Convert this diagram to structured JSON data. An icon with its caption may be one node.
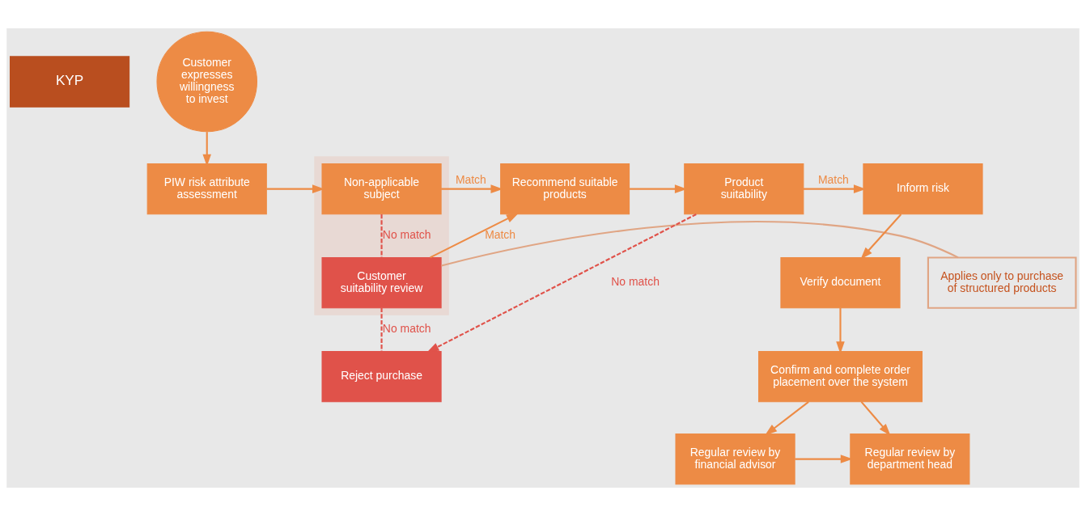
{
  "diagram": {
    "nodes": [
      {
        "text": [
          "KYP"
        ]
      },
      {
        "text": [
          "Customer expresses willingness to invest"
        ]
      },
      {
        "text": [
          "PIW risk attribute assessment"
        ]
      },
      {
        "text": [],
        "shape": "box"
      },
      {
        "text": [
          "Non-applicable subject"
        ],
        "in": 3
      },
      {
        "text": [
          "Customer suitability review"
        ],
        "in": 3
      },
      {
        "text": [
          "Applies only to purchase of structured products"
        ]
      },
      {
        "text": [
          "Recommend suitable products"
        ]
      },
      {
        "text": [
          "Product suitability"
        ]
      },
      {
        "text": [
          "Inform risk"
        ]
      },
      {
        "text": [
          "Verify document"
        ]
      },
      {
        "text": [
          "Confirm and complete order placement over the system"
        ]
      },
      {
        "text": [
          "Reject purchase"
        ]
      },
      {
        "text": [
          "Regular review by financial advisor"
        ]
      },
      {
        "text": [
          "Regular review by department head"
        ]
      }
    ],
    "edges": [
      {
        "from": 1,
        "to": 2,
        "arrow": "to"
      },
      {
        "from": 2,
        "to": 4,
        "arrow": "to"
      },
      {
        "from": 4,
        "to": 7,
        "arrow": "to",
        "label": "Match"
      },
      {
        "from": 7,
        "to": 8,
        "arrow": "to"
      },
      {
        "from": 8,
        "to": 9,
        "arrow": "to",
        "label": "Match"
      },
      {
        "from": 4,
        "to": 5,
        "arrow": "none",
        "label": "No match",
        "style": "dashed",
        "color": "#e0524a"
      },
      {
        "from": 5,
        "to": 7,
        "arrow": "to",
        "label": "Match"
      },
      {
        "from": 5,
        "to": 12,
        "arrow": "none",
        "label": "No match",
        "style": "dashed",
        "color": "#e0524a"
      },
      {
        "from": 8,
        "to": 12,
        "arrow": "to",
        "label": "No match",
        "style": "dashed",
        "color": "#e0524a"
      },
      {
        "from": 6,
        "to": 5,
        "arrow": "none",
        "color": "#e0a584"
      },
      {
        "from": 9,
        "to": 10,
        "arrow": "to"
      },
      {
        "from": 10,
        "to": 11,
        "arrow": "to"
      },
      {
        "from": 11,
        "to": 13,
        "arrow": "to"
      },
      {
        "from": 13,
        "to": 14,
        "arrow": "to"
      },
      {
        "from": 11,
        "to": 14,
        "arrow": "to"
      }
    ]
  }
}
